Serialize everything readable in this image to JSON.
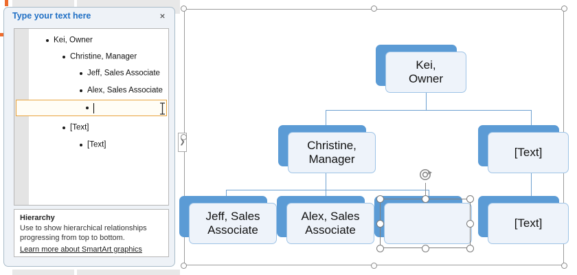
{
  "text_pane": {
    "title": "Type your text here",
    "close_icon": "×",
    "items": [
      {
        "level": 1,
        "text": "Kei, Owner"
      },
      {
        "level": 2,
        "text": "Christine, Manager"
      },
      {
        "level": 3,
        "text": "Jeff, Sales Associate"
      },
      {
        "level": 3,
        "text": "Alex, Sales Associate"
      },
      {
        "level": 3,
        "text": ""
      },
      {
        "level": 2,
        "text": "[Text]"
      },
      {
        "level": 3,
        "text": "[Text]"
      }
    ],
    "active_item_index": 4,
    "active_item_value": "",
    "footer": {
      "title": "Hierarchy",
      "description": "Use to show hierarchical relationships progressing from top to bottom.",
      "link": "Learn more about SmartArt graphics"
    }
  },
  "canvas": {
    "pane_toggle_icon": "❯",
    "selected_node_index": 6,
    "nodes": [
      {
        "id": "kei",
        "label": "Kei,\nOwner",
        "line1": "Kei,",
        "line2": "Owner"
      },
      {
        "id": "christine",
        "label": "Christine,\nManager",
        "line1": "Christine,",
        "line2": "Manager"
      },
      {
        "id": "text-right",
        "label": "[Text]",
        "line1": "[Text]",
        "line2": ""
      },
      {
        "id": "jeff",
        "label": "Jeff, Sales\nAssociate",
        "line1": "Jeff, Sales",
        "line2": "Associate"
      },
      {
        "id": "alex",
        "label": "Alex, Sales\nAssociate",
        "line1": "Alex, Sales",
        "line2": "Associate"
      },
      {
        "id": "empty",
        "label": "",
        "line1": "",
        "line2": ""
      },
      {
        "id": "text-sub",
        "label": "[Text]",
        "line1": "[Text]",
        "line2": ""
      }
    ]
  },
  "colors": {
    "accent_blue": "#5b9bd5",
    "node_face": "#eef3fa",
    "node_border": "#9dc3e6",
    "connector": "#6c9fd0",
    "pane_title": "#1f6fc4",
    "active_row_border": "#e8a33d",
    "handle_stroke": "#7a7a7a"
  }
}
